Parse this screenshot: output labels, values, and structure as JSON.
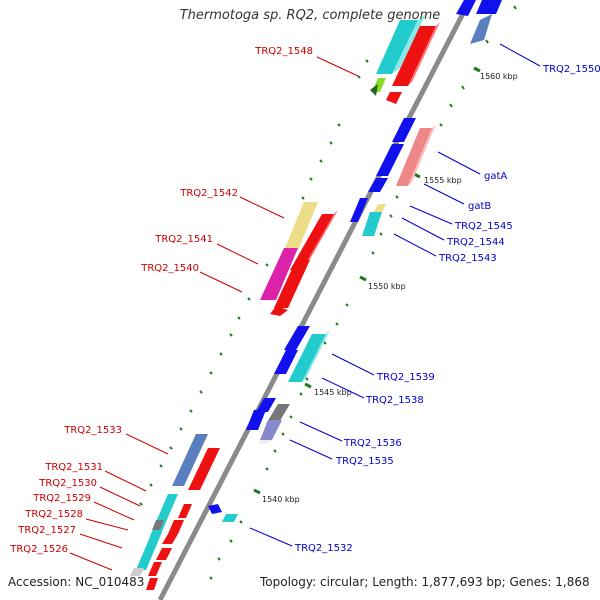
{
  "title": "Thermotoga sp. RQ2, complete genome",
  "accession": "Accession: NC_010483",
  "topology": "Topology: circular; Length: 1,877,693 bp; Genes: 1,868",
  "colors": {
    "backbone": "#8a8a8a",
    "label_left": "#cc0000",
    "label_right": "#0000cc",
    "tick": "#1f7a1f"
  },
  "scale_labels": [
    "1560 kbp",
    "1555 kbp",
    "1550 kbp",
    "1545 kbp",
    "1540 kbp"
  ],
  "left_labels": [
    "TRQ2_1548",
    "TRQ2_1542",
    "TRQ2_1541",
    "TRQ2_1540",
    "TRQ2_1533",
    "TRQ2_1531",
    "TRQ2_1530",
    "TRQ2_1529",
    "TRQ2_1528",
    "TRQ2_1527",
    "TRQ2_1526"
  ],
  "right_labels": [
    "TRQ2_1550",
    "gatA",
    "gatB",
    "TRQ2_1545",
    "TRQ2_1544",
    "TRQ2_1543",
    "TRQ2_1539",
    "TRQ2_1538",
    "TRQ2_1536",
    "TRQ2_1535",
    "TRQ2_1532"
  ]
}
